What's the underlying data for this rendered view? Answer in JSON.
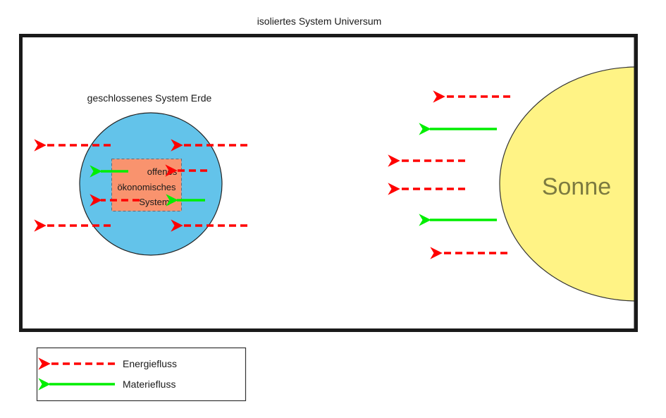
{
  "title": "isoliertes System Universum",
  "earth": {
    "label": "geschlossenes System Erde",
    "color": "#63c3ea"
  },
  "economy": {
    "lines": [
      "offenes",
      "ökonomisches",
      "System"
    ],
    "color": "#f9936e"
  },
  "sun": {
    "label": "Sonne",
    "color": "#fff385",
    "text_color": "#7c7a40"
  },
  "colors": {
    "energy": "#ff0000",
    "matter": "#00ee00",
    "frame": "#1a1a1a"
  },
  "legend": {
    "items": [
      {
        "type": "energy",
        "label": "Energiefluss"
      },
      {
        "type": "matter",
        "label": "Materiefluss"
      }
    ]
  }
}
